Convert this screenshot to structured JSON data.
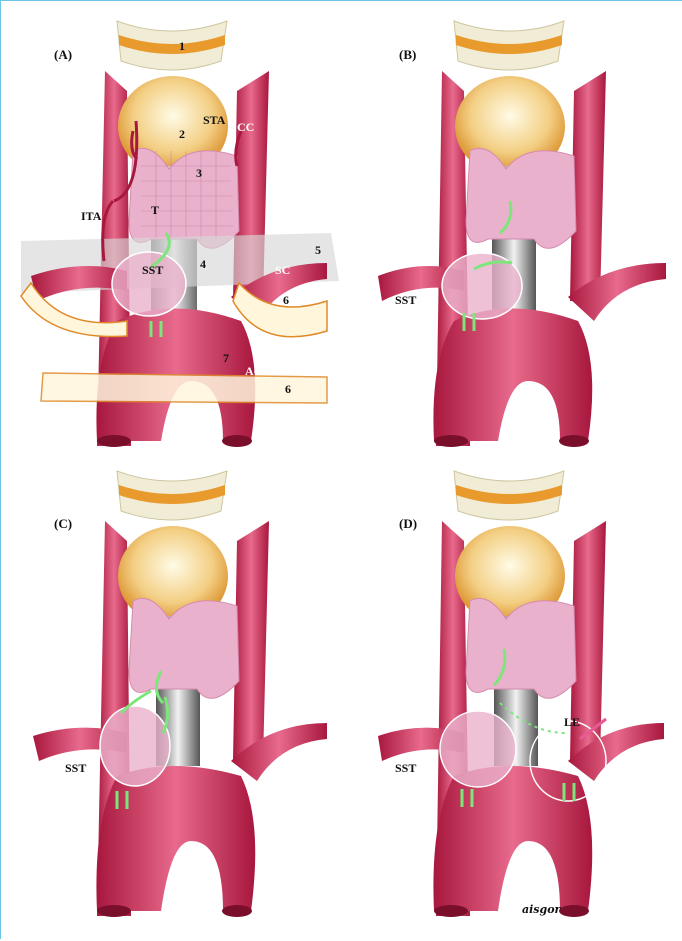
{
  "panels": [
    {
      "label": "(A)",
      "labels": {
        "n1": "1",
        "n2": "2",
        "n3": "3",
        "n4": "4",
        "n5": "5",
        "n6a": "6",
        "n6b": "6",
        "n7": "7",
        "sta": "STA",
        "cc": "CC",
        "ita": "ITA",
        "t": "T",
        "sst": "SST",
        "sc": "SC",
        "ao": "AO"
      }
    },
    {
      "label": "(B)",
      "labels": {
        "sst": "SST"
      }
    },
    {
      "label": "(C)",
      "labels": {
        "sst": "SST"
      }
    },
    {
      "label": "(D)",
      "labels": {
        "sst": "SST",
        "le": "LE"
      }
    }
  ],
  "signature": "aisgor",
  "colors": {
    "vessel": "#d6315c",
    "vessel_dark": "#a8173d",
    "thyroid": "#eab1cc",
    "cartilage": "#f0ecd6",
    "cartilage_orange": "#e89a2c",
    "trachea_gray": "#9a9a9a",
    "arrow_green": "#7de67a",
    "band_orange": "#e08a2a",
    "arrow_pink": "#e85a96",
    "frame_blue": "#6cc6e8"
  }
}
